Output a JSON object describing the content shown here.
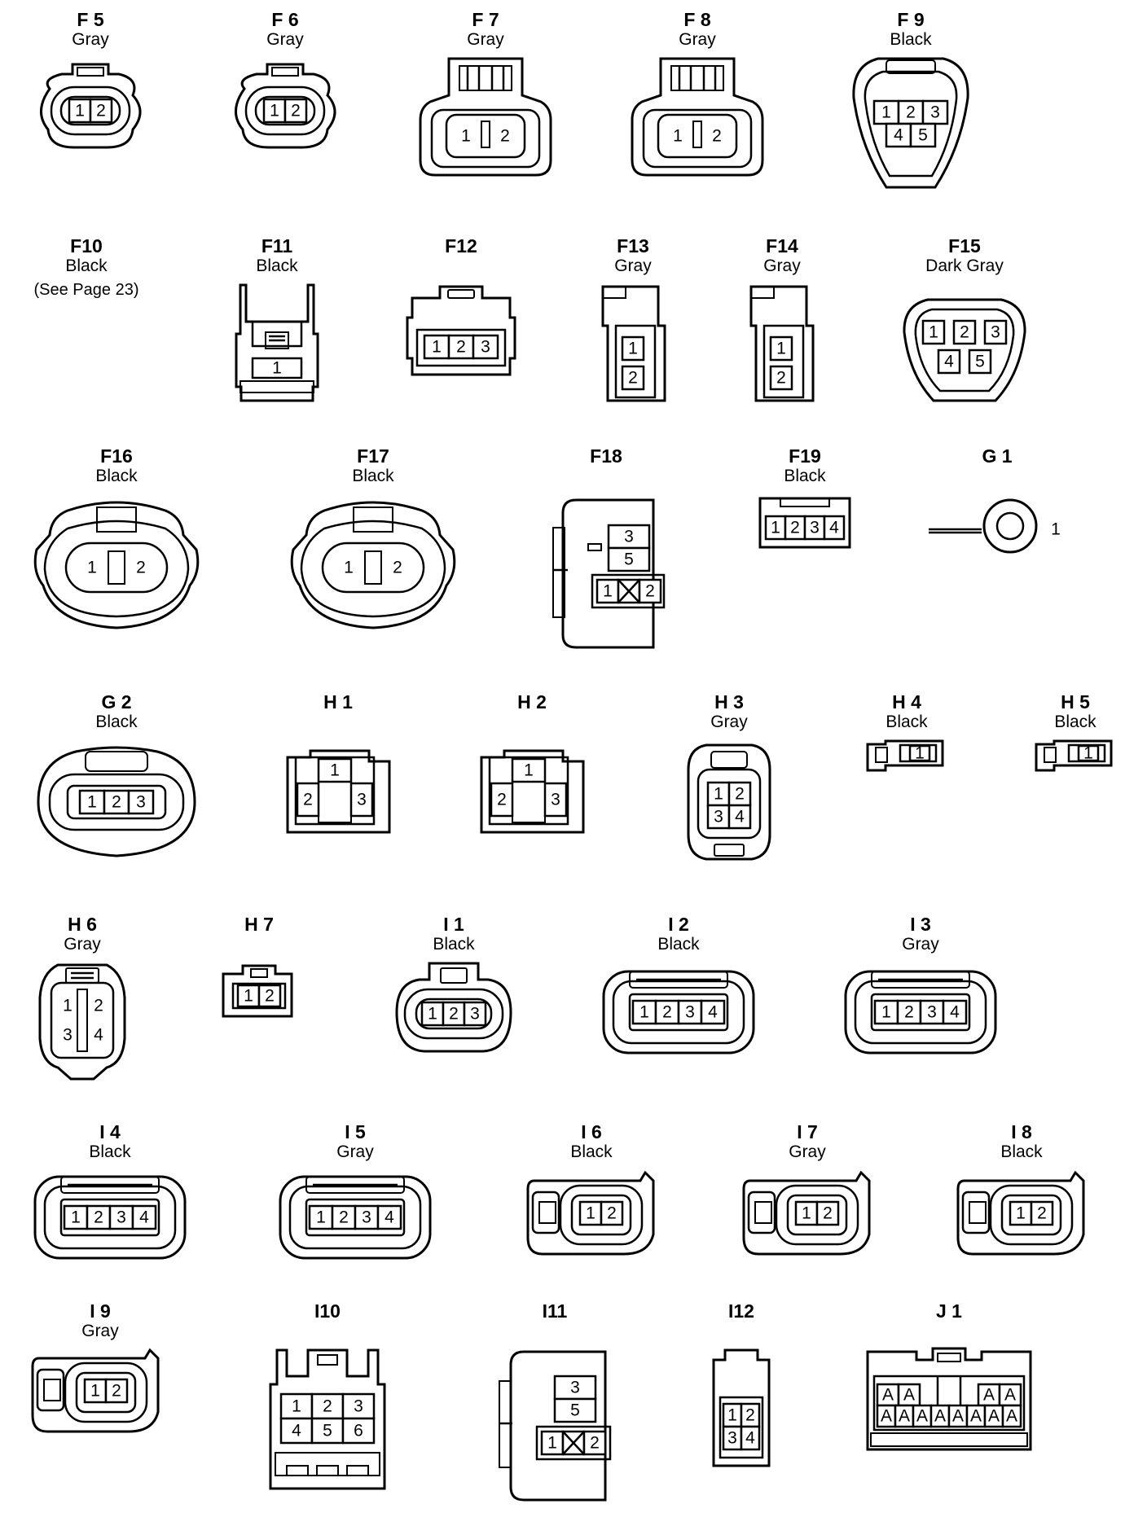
{
  "connectors": [
    {
      "code": "F 5",
      "color": "Gray",
      "pins": [
        "1",
        "2"
      ]
    },
    {
      "code": "F 6",
      "color": "Gray",
      "pins": [
        "1",
        "2"
      ]
    },
    {
      "code": "F 7",
      "color": "Gray",
      "pins": [
        "1",
        "2"
      ]
    },
    {
      "code": "F 8",
      "color": "Gray",
      "pins": [
        "1",
        "2"
      ]
    },
    {
      "code": "F 9",
      "color": "Black",
      "pins": [
        "1",
        "2",
        "3",
        "4",
        "5"
      ]
    },
    {
      "code": "F10",
      "color": "Black",
      "note": "(See Page 23)",
      "pins": []
    },
    {
      "code": "F11",
      "color": "Black",
      "pins": [
        "1"
      ]
    },
    {
      "code": "F12",
      "color": "",
      "pins": [
        "1",
        "2",
        "3"
      ]
    },
    {
      "code": "F13",
      "color": "Gray",
      "pins": [
        "1",
        "2"
      ]
    },
    {
      "code": "F14",
      "color": "Gray",
      "pins": [
        "1",
        "2"
      ]
    },
    {
      "code": "F15",
      "color": "Dark Gray",
      "pins": [
        "1",
        "2",
        "3",
        "4",
        "5"
      ]
    },
    {
      "code": "F16",
      "color": "Black",
      "pins": [
        "1",
        "2"
      ]
    },
    {
      "code": "F17",
      "color": "Black",
      "pins": [
        "1",
        "2"
      ]
    },
    {
      "code": "F18",
      "color": "",
      "pins": [
        "3",
        "5",
        "1",
        "2"
      ]
    },
    {
      "code": "F19",
      "color": "Black",
      "pins": [
        "1",
        "2",
        "3",
        "4"
      ]
    },
    {
      "code": "G 1",
      "color": "",
      "pins": [
        "1"
      ]
    },
    {
      "code": "G 2",
      "color": "Black",
      "pins": [
        "1",
        "2",
        "3"
      ]
    },
    {
      "code": "H 1",
      "color": "",
      "pins": [
        "1",
        "2",
        "3"
      ]
    },
    {
      "code": "H 2",
      "color": "",
      "pins": [
        "1",
        "2",
        "3"
      ]
    },
    {
      "code": "H 3",
      "color": "Gray",
      "pins": [
        "1",
        "2",
        "3",
        "4"
      ]
    },
    {
      "code": "H 4",
      "color": "Black",
      "pins": [
        "1"
      ]
    },
    {
      "code": "H 5",
      "color": "Black",
      "pins": [
        "1"
      ]
    },
    {
      "code": "H 6",
      "color": "Gray",
      "pins": [
        "1",
        "2",
        "3",
        "4"
      ]
    },
    {
      "code": "H 7",
      "color": "",
      "pins": [
        "1",
        "2"
      ]
    },
    {
      "code": "I 1",
      "color": "Black",
      "pins": [
        "1",
        "2",
        "3"
      ]
    },
    {
      "code": "I 2",
      "color": "Black",
      "pins": [
        "1",
        "2",
        "3",
        "4"
      ]
    },
    {
      "code": "I 3",
      "color": "Gray",
      "pins": [
        "1",
        "2",
        "3",
        "4"
      ]
    },
    {
      "code": "I 4",
      "color": "Black",
      "pins": [
        "1",
        "2",
        "3",
        "4"
      ]
    },
    {
      "code": "I 5",
      "color": "Gray",
      "pins": [
        "1",
        "2",
        "3",
        "4"
      ]
    },
    {
      "code": "I 6",
      "color": "Black",
      "pins": [
        "1",
        "2"
      ]
    },
    {
      "code": "I 7",
      "color": "Gray",
      "pins": [
        "1",
        "2"
      ]
    },
    {
      "code": "I 8",
      "color": "Black",
      "pins": [
        "1",
        "2"
      ]
    },
    {
      "code": "I 9",
      "color": "Gray",
      "pins": [
        "1",
        "2"
      ]
    },
    {
      "code": "I10",
      "color": "",
      "pins": [
        "1",
        "2",
        "3",
        "4",
        "5",
        "6"
      ]
    },
    {
      "code": "I11",
      "color": "",
      "pins": [
        "3",
        "5",
        "1",
        "2"
      ]
    },
    {
      "code": "I12",
      "color": "",
      "pins": [
        "1",
        "2",
        "3",
        "4"
      ]
    },
    {
      "code": "J 1",
      "color": "",
      "pins": [
        "A",
        "A",
        "A",
        "A",
        "A",
        "A",
        "A",
        "A",
        "A",
        "A",
        "A",
        "A"
      ]
    }
  ]
}
